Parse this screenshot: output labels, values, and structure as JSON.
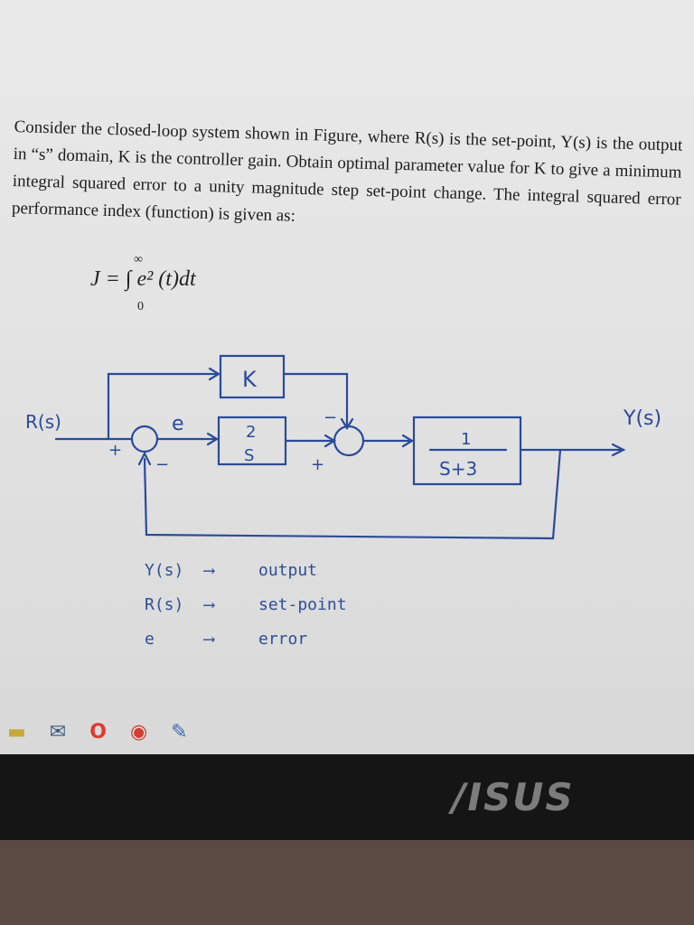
{
  "problem": {
    "text": "Consider the closed-loop system shown in Figure, where R(s) is the set-point, Y(s) is the output in “s” domain, K is the controller gain. Obtain optimal parameter value for K to give a minimum integral squared error to a unity magnitude step set-point change. The integral squared error performance index (function) is given as:",
    "formula": {
      "lhs": "J =",
      "integrand": "e² (t)dt",
      "upper": "∞",
      "lower": "0"
    }
  },
  "diagram": {
    "input_label": "R(s)",
    "output_label": "Y(s)",
    "error_label": "e",
    "k_block": "K",
    "integrator_num": "2",
    "integrator_den": "S",
    "plant_num": "1",
    "plant_den": "S+3",
    "sum1_plus": "+",
    "sum1_minus": "−",
    "sum2_plus": "+",
    "sum2_minus": "−"
  },
  "legend": [
    {
      "symbol": "Y(s)",
      "meaning": "output"
    },
    {
      "symbol": "R(s)",
      "meaning": "set-point"
    },
    {
      "symbol": "e",
      "meaning": "error"
    }
  ],
  "taskbar": {
    "icons": [
      "file-icon",
      "mail-icon",
      "opera-icon",
      "chrome-icon",
      "pin-icon"
    ],
    "glyphs": [
      "▬",
      "✉",
      "O",
      "◉",
      "✎"
    ],
    "colors": [
      "#c8a63a",
      "#3e5a7a",
      "#e03a2e",
      "#d04030",
      "#3a6ab0"
    ]
  },
  "device": {
    "brand": "/ISUS"
  },
  "colors": {
    "ink": "#2a4a9a",
    "text": "#1d1d1d",
    "bezel": "#151515"
  }
}
